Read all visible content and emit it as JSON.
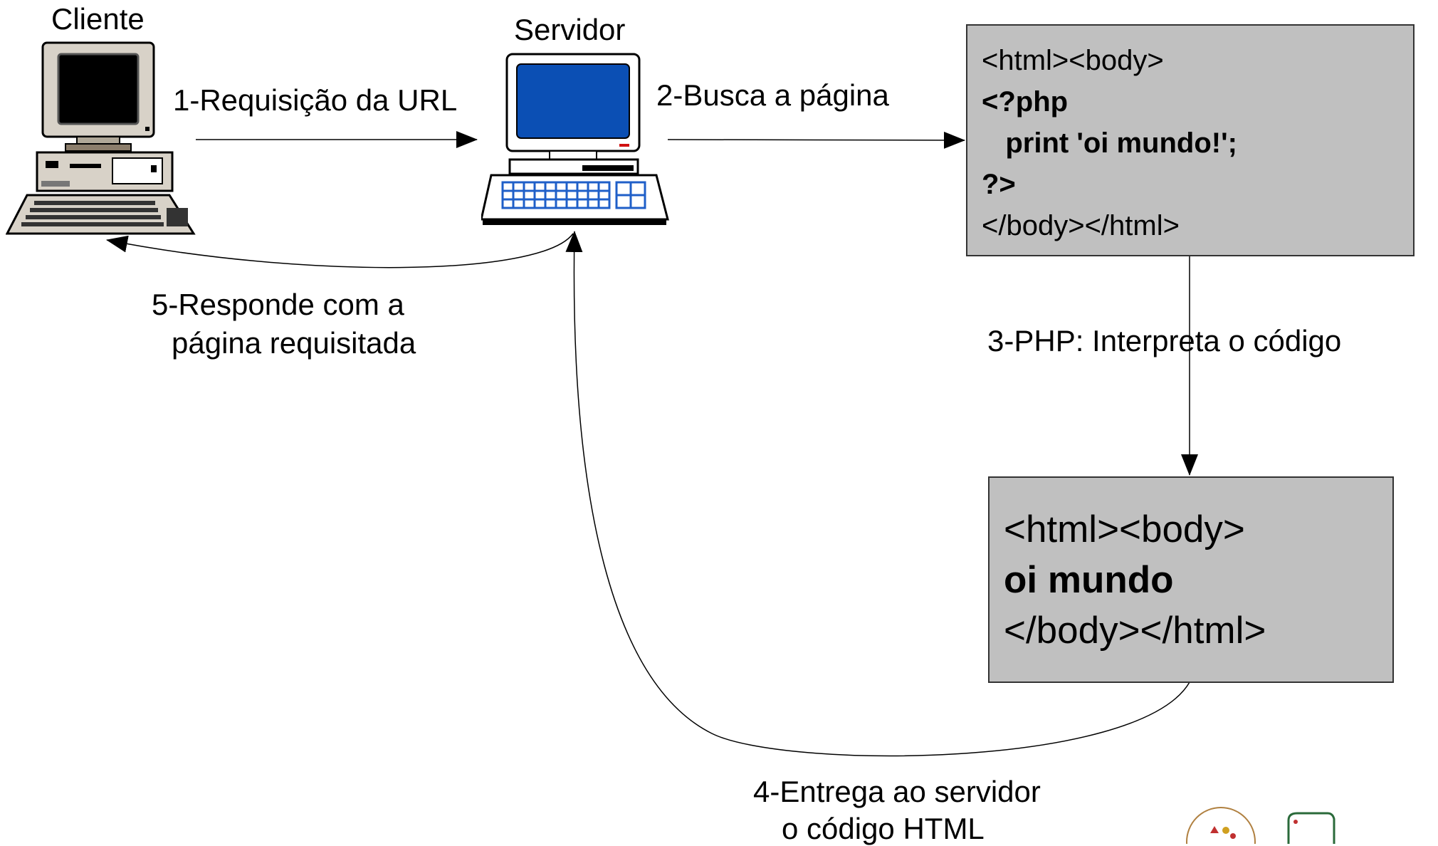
{
  "nodes": {
    "client_label": "Cliente",
    "server_label": "Servidor"
  },
  "source_box": {
    "lines": [
      "<html><body>",
      "<?php",
      "   print 'oi mundo!';",
      "?>",
      "</body></html>"
    ]
  },
  "output_box": {
    "lines": [
      "<html><body>",
      "oi mundo",
      "</body></html>"
    ]
  },
  "steps": {
    "step1": "1-Requisição da URL",
    "step2": "2-Busca a página",
    "step3": "3-PHP: Interpreta o código",
    "step4_line1": "4-Entrega ao servidor",
    "step4_line2": "o código HTML",
    "step5_line1": "5-Responde com a",
    "step5_line2": "página requisitada"
  },
  "colors": {
    "box_fill": "#c0c0c0",
    "server_screen": "#0b4fb4",
    "client_screen": "#000000",
    "keyboard_keys": "#1f5fc8"
  },
  "icons": [
    "client-computer-icon",
    "server-computer-icon",
    "university-logo-icon"
  ]
}
